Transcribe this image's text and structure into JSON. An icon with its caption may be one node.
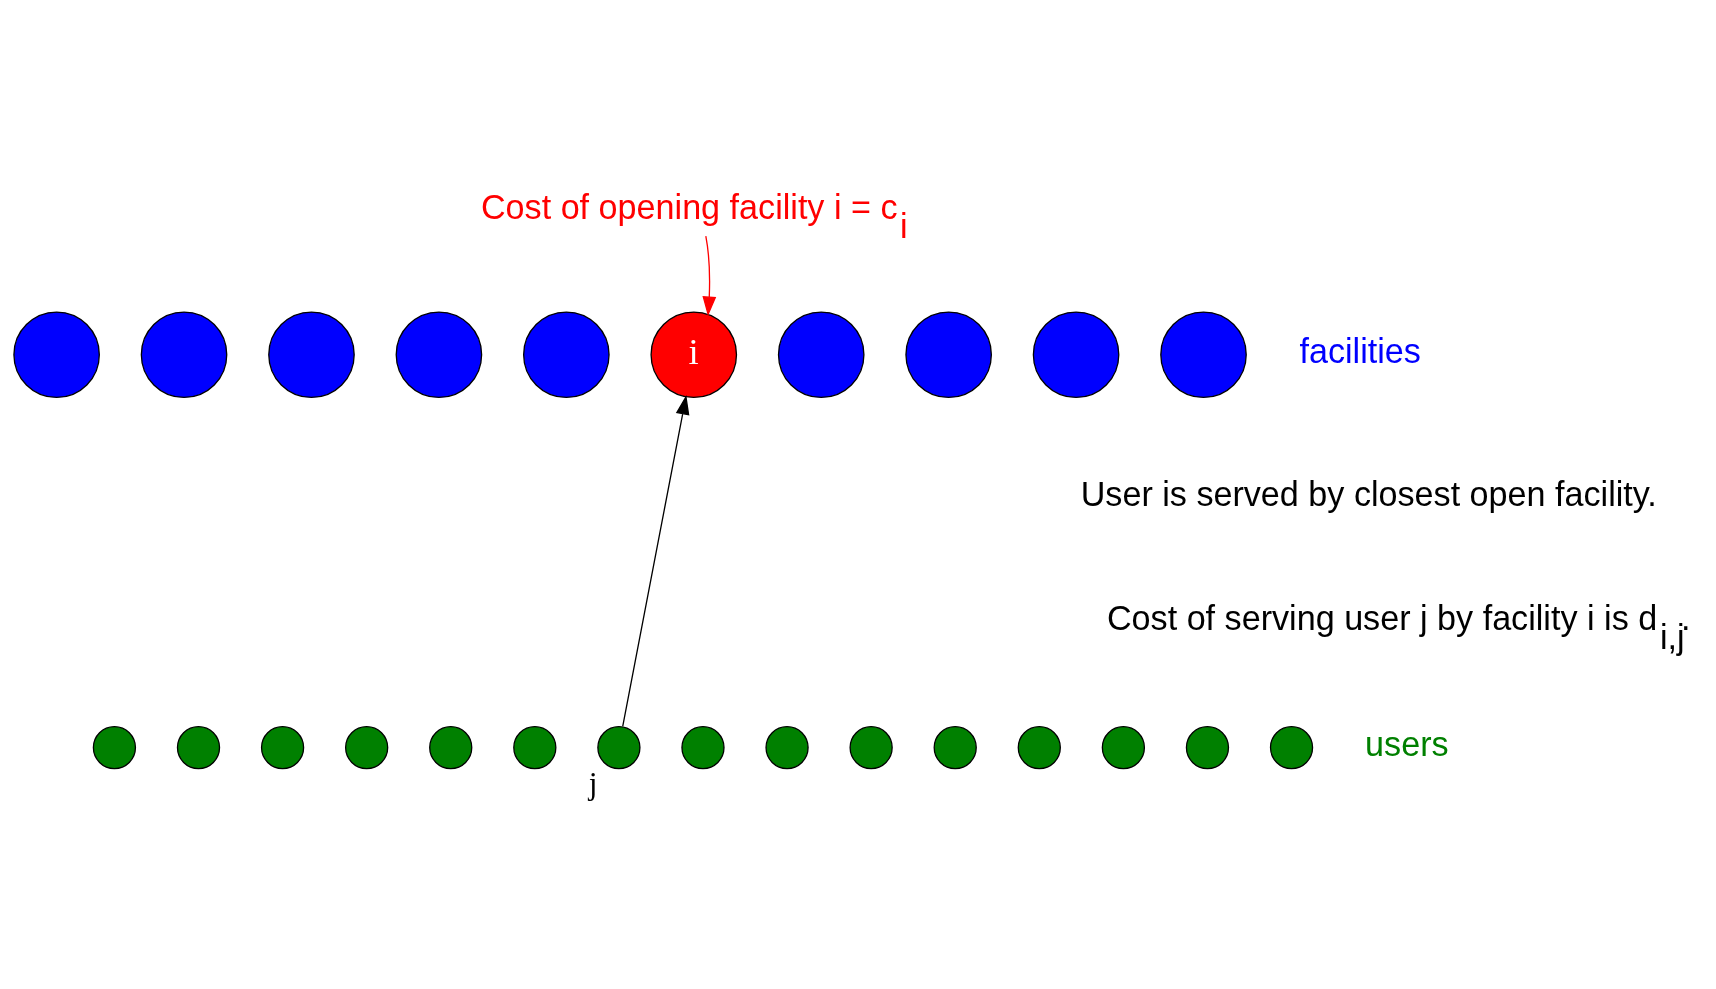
{
  "diagram": {
    "nodes": [
      {
        "text": [
          "Cost of opening facility i = c$_{i}$"
        ]
      },
      {
        "text": [],
        "shape": "circle"
      },
      {
        "text": [],
        "shape": "circle"
      },
      {
        "text": [],
        "shape": "circle"
      },
      {
        "text": [],
        "shape": "circle"
      },
      {
        "text": [],
        "shape": "circle"
      },
      {
        "text": [
          "i"
        ]
      },
      {
        "text": [],
        "shape": "circle"
      },
      {
        "text": [],
        "shape": "circle"
      },
      {
        "text": [],
        "shape": "circle"
      },
      {
        "text": [],
        "shape": "circle"
      },
      {
        "text": [],
        "shape": "circle"
      },
      {
        "text": [],
        "shape": "circle"
      },
      {
        "text": [],
        "shape": "circle"
      },
      {
        "text": [],
        "shape": "circle"
      },
      {
        "text": [],
        "shape": "circle"
      },
      {
        "text": [],
        "shape": "circle"
      },
      {
        "text": [],
        "shape": "circle",
        "beside": [
          "j"
        ]
      },
      {
        "text": [],
        "shape": "circle"
      },
      {
        "text": [],
        "shape": "circle"
      },
      {
        "text": [],
        "shape": "circle"
      },
      {
        "text": [],
        "shape": "circle"
      },
      {
        "text": [],
        "shape": "circle"
      },
      {
        "text": [],
        "shape": "circle"
      },
      {
        "text": [],
        "shape": "circle"
      },
      {
        "text": [],
        "shape": "circle"
      }
    ],
    "edges": [
      {
        "from": 0,
        "to": 6,
        "arrow": "to",
        "color": "#ff0000"
      },
      {
        "from": 17,
        "to": 6,
        "arrow": "to",
        "color": "#000000"
      }
    ],
    "labels": [
      "facilities",
      "User is served by closest open facility.",
      "Cost of serving user j by facility i is d$_{i,j}$.",
      "users"
    ]
  }
}
